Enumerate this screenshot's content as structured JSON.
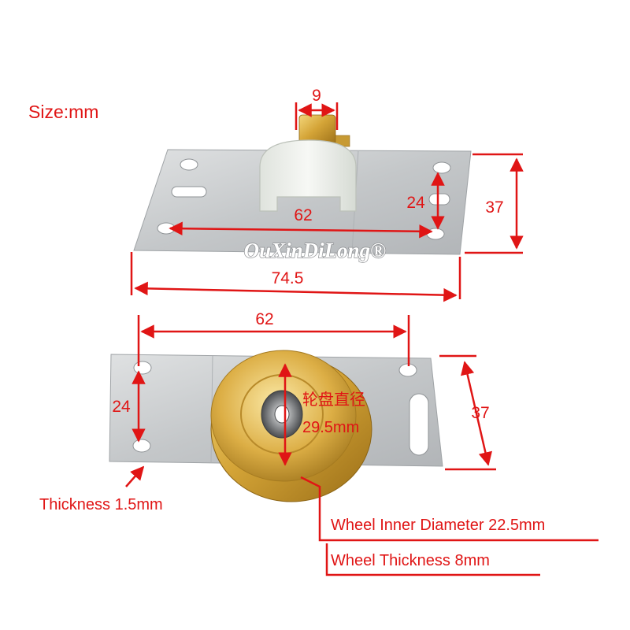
{
  "size_note": "Size:mm",
  "top_part": {
    "dim_shaft": "9",
    "dim_hole_spacing": "62",
    "dim_vertical": "24",
    "dim_height": "37",
    "dim_length": "74.5"
  },
  "watermark": "OuXinDiLong®",
  "bottom_part": {
    "dim_hole_spacing": "62",
    "dim_vertical": "24",
    "dim_height": "37",
    "wheel_label_cn": "轮盘直径",
    "wheel_diameter": "29.5mm",
    "thickness": "Thickness 1.5mm",
    "inner_diameter": "Wheel Inner Diameter 22.5mm",
    "wheel_thickness": "Wheel Thickness 8mm"
  },
  "colors": {
    "annotation": "#e01515",
    "steel": "#c9ccce",
    "brass": "#d4a437",
    "nylon": "#eef0ec"
  }
}
